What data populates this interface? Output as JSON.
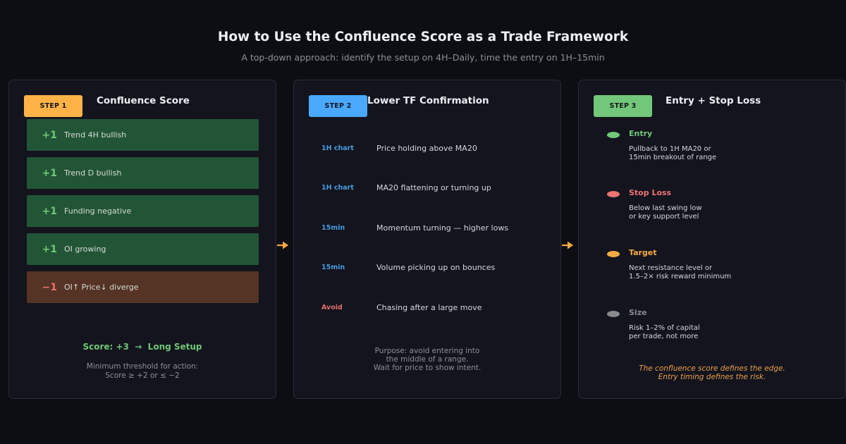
{
  "header": {
    "title": "How to Use the Confluence Score as a Trade Framework",
    "subtitle": "A top-down approach: identify the setup on 4H–Daily, time the entry on 1H–15min"
  },
  "colors": {
    "background": "#0d0e13",
    "panel": "#13141d",
    "step1": "#ffb347",
    "step2": "#4aa8ff",
    "step3": "#72c77a",
    "positive": "#6ec776",
    "negative": "#e8716d",
    "arrow": "#f5a942"
  },
  "step1": {
    "badge": "STEP 1",
    "title": "Confluence Score",
    "factors": [
      {
        "value": "+1",
        "label": "Trend 4H bullish",
        "type": "pos"
      },
      {
        "value": "+1",
        "label": "Trend D bullish",
        "type": "pos"
      },
      {
        "value": "+1",
        "label": "Funding negative",
        "type": "pos"
      },
      {
        "value": "+1",
        "label": "OI growing",
        "type": "pos"
      },
      {
        "value": "−1",
        "label": "OI↑ Price↓ diverge",
        "type": "neg"
      }
    ],
    "summary": "Score: +3  →  Long Setup",
    "threshold_line1": "Minimum threshold for action:",
    "threshold_line2": "Score ≥ +2 or ≤ −2"
  },
  "step2": {
    "badge": "STEP 2",
    "title": "Lower TF Confirmation",
    "checks": [
      {
        "tag": "1H chart",
        "text": "Price holding above MA20"
      },
      {
        "tag": "1H chart",
        "text": "MA20 flattening or turning up"
      },
      {
        "tag": "15min",
        "text": "Momentum turning — higher lows"
      },
      {
        "tag": "15min",
        "text": "Volume picking up on bounces"
      },
      {
        "tag": "Avoid",
        "text": "Chasing after a large move"
      }
    ],
    "purpose_line1": "Purpose: avoid entering into",
    "purpose_line2": "the middle of a range.",
    "purpose_line3": "Wait for price to show intent."
  },
  "step3": {
    "badge": "STEP 3",
    "title": "Entry + Stop Loss",
    "items": [
      {
        "label": "Entry",
        "color": "#72c77a",
        "desc": "Pullback to 1H MA20 or\n15min breakout of range"
      },
      {
        "label": "Stop Loss",
        "color": "#ef7474",
        "desc": "Below last swing low\nor key support level"
      },
      {
        "label": "Target",
        "color": "#f5ab45",
        "desc": "Next resistance level or\n1.5–2× risk reward minimum"
      },
      {
        "label": "Size",
        "color": "#8a8a8e",
        "desc": "Risk 1–2% of capital\nper trade, not more"
      }
    ],
    "quote_line1": "The confluence score defines the edge.",
    "quote_line2": "Entry timing defines the risk."
  }
}
